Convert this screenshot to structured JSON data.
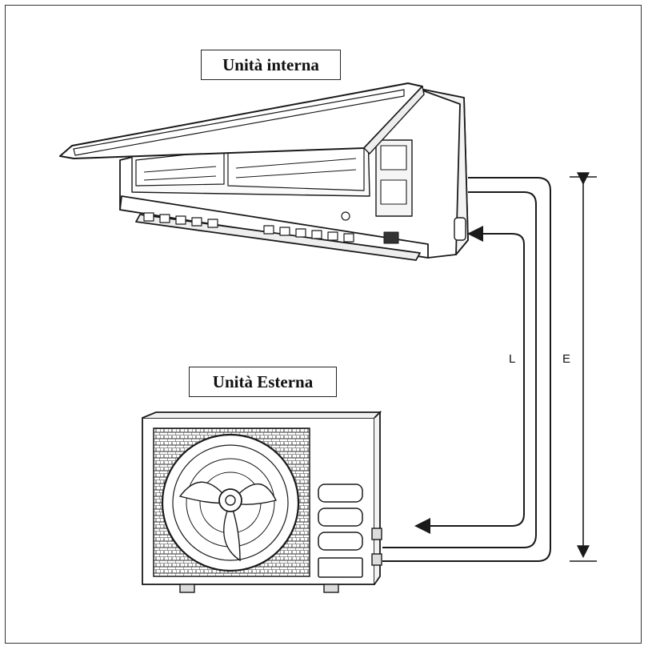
{
  "labels": {
    "indoor_unit": "Unità interna",
    "outdoor_unit": "Unità Esterna",
    "pipe_length": "L",
    "height_difference": "E"
  },
  "colors": {
    "line": "#1a1a1a",
    "background": "#ffffff"
  }
}
